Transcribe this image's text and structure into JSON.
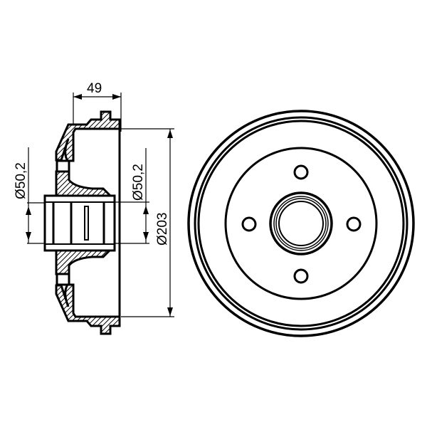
{
  "drawing": {
    "subject": "brake drum technical drawing",
    "side_view": {
      "width_dimension": "49",
      "hub_inner_diameter_left": "Ø50,2",
      "hub_inner_diameter_right": "Ø50,2",
      "drum_diameter": "Ø203"
    },
    "front_view": {
      "bolt_holes": 4
    },
    "colors": {
      "line": "#000000",
      "background": "#ffffff"
    }
  }
}
